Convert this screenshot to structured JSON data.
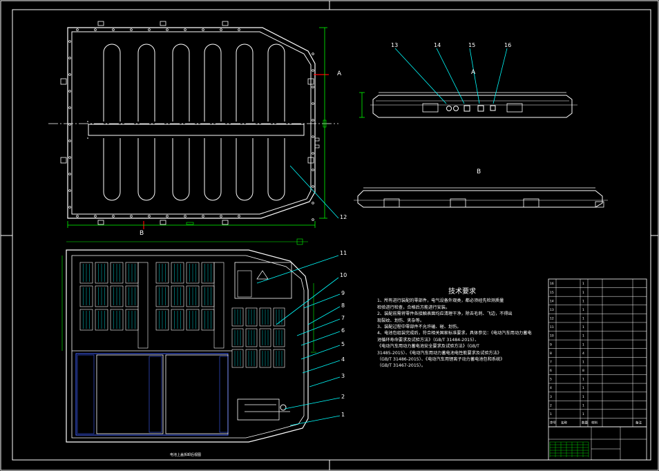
{
  "tech_requirements": {
    "title": "技术要求",
    "lines": [
      "1、所有进行装配的零部件，电气设备外观类，都必须经先检测质量",
      "检验进行检查，合格后方能进行安装。",
      "2、装配前需将零件各接触表面均应清理干净，除去毛刺、飞边，不得出",
      "现裂纹、划伤、夹杂等。",
      "3、装配过程中零部件不允许磕、碰、划伤。",
      "4、电池包组装完成后，符合相关国家标准要求，具体参见：《电动汽车用动力蓄电",
      "池循环寿命要求及试验方法》（GB/T 31484-2015）、",
      "《电动汽车用动力蓄电池安全要求及试验方法》（GB/T",
      "31485-2015）、《电动汽车用动力蓄电池电性能要求及试验方法》",
      "（GB/T 31486-2015）、《电动汽车用锂离子动力蓄电池包和系统》",
      "（GB/T 31467-2015）。"
    ]
  },
  "section_labels": {
    "a": "A",
    "b": "B"
  },
  "callouts": [
    "1",
    "2",
    "3",
    "4",
    "5",
    "6",
    "7",
    "8",
    "9",
    "10",
    "11",
    "12",
    "13",
    "14",
    "15",
    "16"
  ],
  "bottom_view_caption": "电池上盖拆卸后视图",
  "title_block": {
    "part_numbers": [
      "16",
      "15",
      "14",
      "13",
      "12",
      "11",
      "10",
      "9",
      "8",
      "7",
      "6",
      "5",
      "4",
      "3",
      "2",
      "1"
    ],
    "quantities": [
      "1",
      "1",
      "1",
      "1",
      "1",
      "1",
      "1",
      "1",
      "4",
      "1",
      "8",
      "1",
      "1",
      "1",
      "1",
      "1"
    ],
    "header": {
      "no": "序号",
      "name": "名称",
      "qty": "数量",
      "material": "材料",
      "remark": "备注"
    }
  },
  "colors": {
    "background": "#000000",
    "outline": "#ffffff",
    "dimension": "#00ff00",
    "leader": "#00ffff",
    "section_cut": "#ff0000",
    "frame": "#ffffff",
    "module_hatch": "#00ffff",
    "cell_blue": "#4060ff"
  }
}
